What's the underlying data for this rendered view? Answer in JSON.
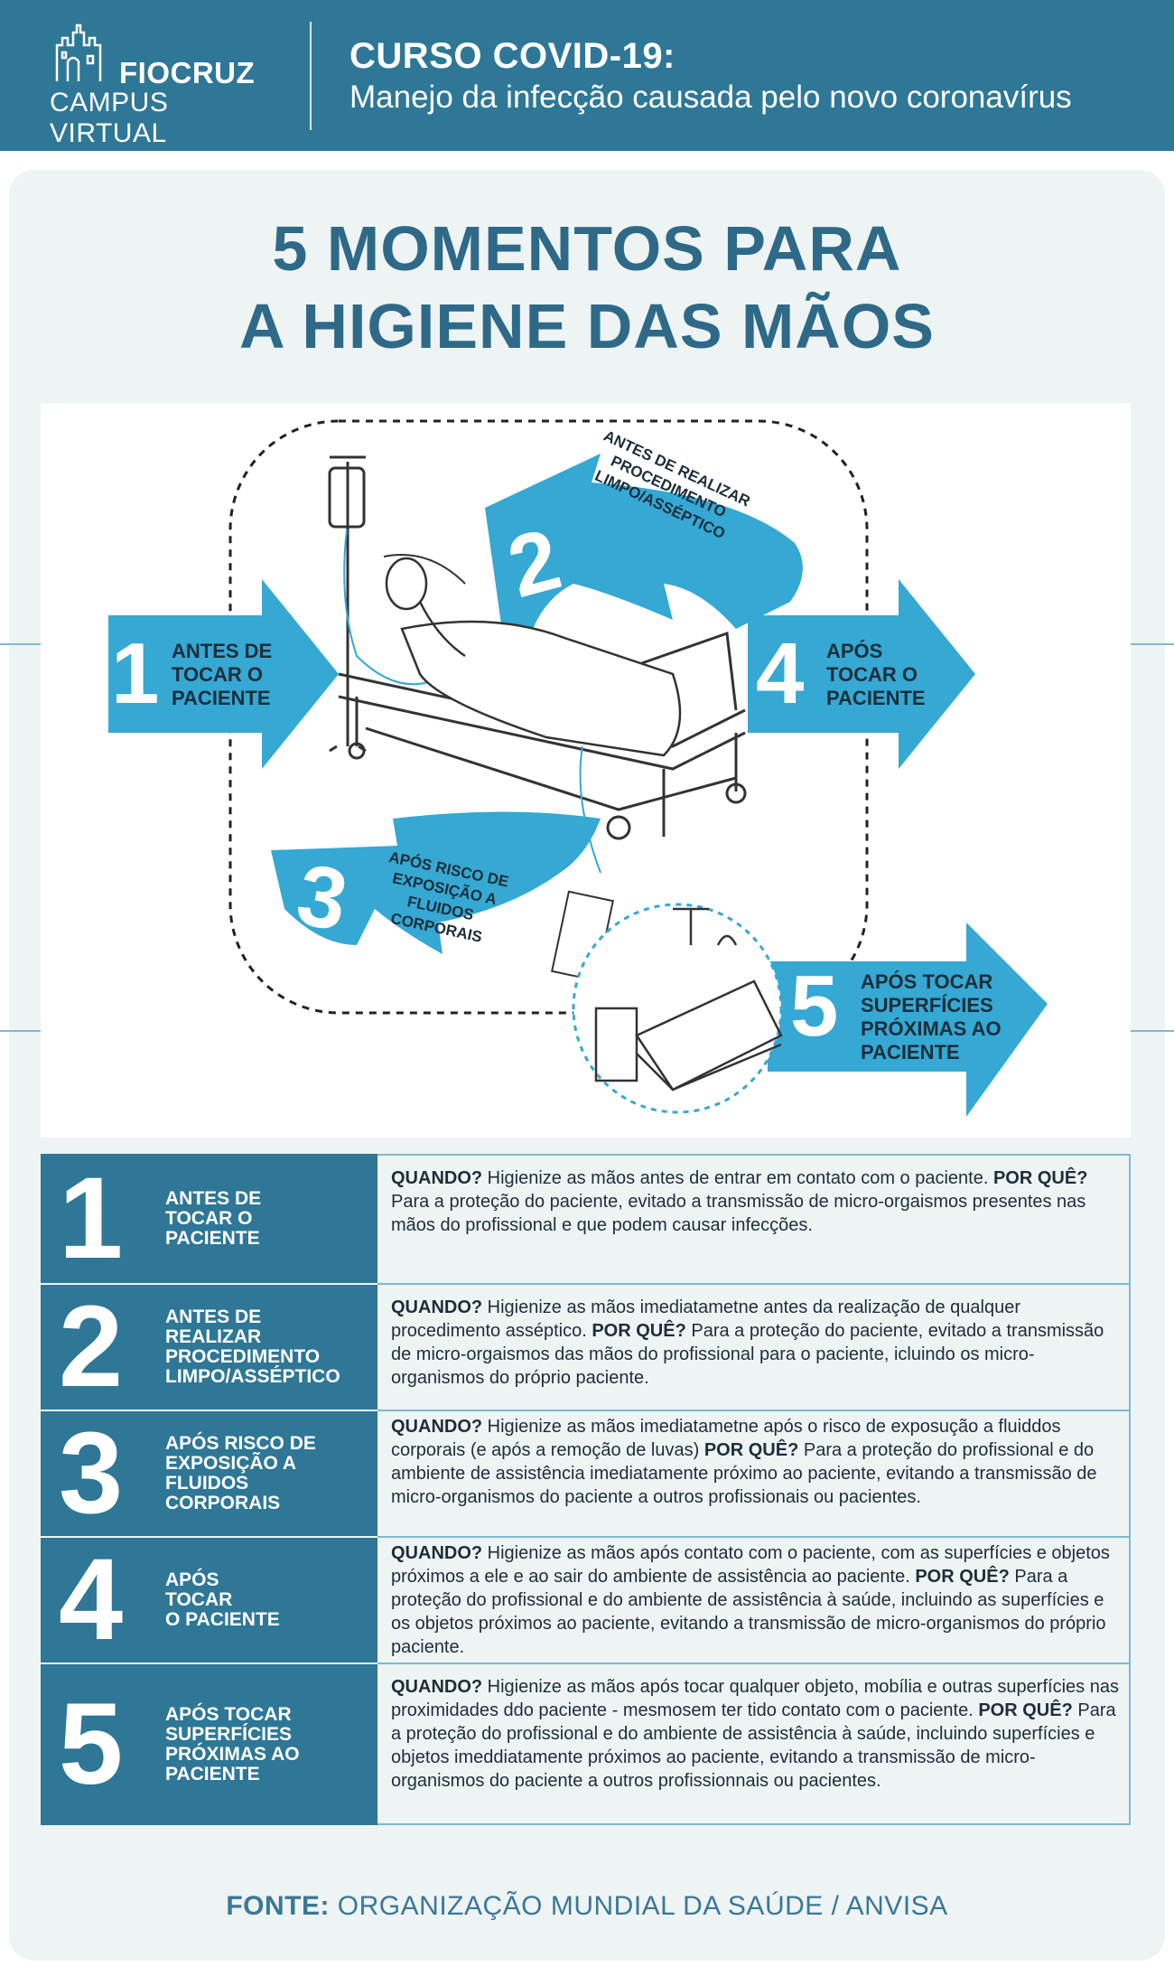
{
  "header": {
    "logo_title": "FIOCRUZ",
    "logo_sub": "CAMPUS VIRTUAL",
    "course_title": "CURSO COVID-19:",
    "course_subtitle": "Manejo da infecção causada pelo novo coronavírus"
  },
  "main_title_line1": "5 MOMENTOS PARA",
  "main_title_line2": "A HIGIENE DAS MÃOS",
  "illustration": {
    "m1": {
      "num": "1",
      "text_l1": "ANTES DE",
      "text_l2": "TOCAR O",
      "text_l3": "PACIENTE"
    },
    "m2": {
      "num": "2",
      "text": "ANTES DE REALIZAR PROCEDIMENTO LIMPO/ASSÉPTICO"
    },
    "m3": {
      "num": "3",
      "text": "APÓS RISCO DE EXPOSIÇÃO A FLUIDOS CORPORAIS"
    },
    "m4": {
      "num": "4",
      "text_l1": "APÓS",
      "text_l2": "TOCAR O",
      "text_l3": "PACIENTE"
    },
    "m5": {
      "num": "5",
      "text_l1": "APÓS TOCAR",
      "text_l2": "SUPERFÍCIES",
      "text_l3": "PRÓXIMAS AO",
      "text_l4": "PACIENTE"
    }
  },
  "rows": [
    {
      "num": "1",
      "label_l1": "ANTES DE",
      "label_l2": "TOCAR O",
      "label_l3": "PACIENTE",
      "label_l4": "",
      "q": "QUANDO?",
      "q_text": " Higienize as mãos antes de entrar em contato com o paciente. ",
      "p": "POR QUÊ?",
      "p_text": " Para a proteção do paciente, evitado a transmissão de micro-orgaismos presentes nas mãos do profissional e que podem causar infecções."
    },
    {
      "num": "2",
      "label_l1": "ANTES DE",
      "label_l2": "REALIZAR",
      "label_l3": "PROCEDIMENTO",
      "label_l4": "LIMPO/ASSÉPTICO",
      "q": "QUANDO?",
      "q_text": " Higienize as mãos imediatametne antes da realização de qualquer procedimento asséptico. ",
      "p": "POR QUÊ?",
      "p_text": " Para a proteção do paciente, evitado a transmissão de micro-orgaismos das mãos do profissional para o paciente, icluindo os micro-organismos do próprio paciente."
    },
    {
      "num": "3",
      "label_l1": "APÓS RISCO DE",
      "label_l2": "EXPOSIÇÃO A",
      "label_l3": "FLUIDOS",
      "label_l4": "CORPORAIS",
      "q": "QUANDO?",
      "q_text": " Higienize as mãos imediatametne após o risco de exposução a fluiddos corporais (e após a remoção de luvas) ",
      "p": "POR QUÊ?",
      "p_text": " Para a proteção do profissional e do ambiente de assistência imediatamente próximo ao paciente, evitando a transmissão de micro-organismos do paciente a outros profissionais ou pacientes."
    },
    {
      "num": "4",
      "label_l1": "APÓS",
      "label_l2": "TOCAR",
      "label_l3": "O PACIENTE",
      "label_l4": "",
      "q": "QUANDO?",
      "q_text": " Higienize as mãos após contato com o paciente, com as superfícies e objetos próximos a ele e ao sair do ambiente de assistência ao paciente. ",
      "p": "POR QUÊ?",
      "p_text": " Para a proteção do profissional e do ambiente de assistência à saúde, incluindo as superfícies e os objetos próximos ao paciente, evitando a  transmissão de micro-organismos do próprio paciente."
    },
    {
      "num": "5",
      "label_l1": "APÓS TOCAR",
      "label_l2": "SUPERFÍCIES",
      "label_l3": "PRÓXIMAS AO",
      "label_l4": "PACIENTE",
      "q": "QUANDO?",
      "q_text": " Higienize as mãos após tocar qualquer objeto, mobília e outras superfícies nas proximidades ddo paciente - mesmosem ter tido contato com o paciente. ",
      "p": "POR QUÊ?",
      "p_text": " Para a proteção do profissional e do ambiente de assistência à saúde, incluindo  superfícies e objetos imeddiatamente próximos ao paciente, evitando a  transmissão de micro-organismos do paciente a outros profissionnais ou pacientes."
    }
  ],
  "footer": {
    "label": "FONTE:",
    "text": " ORGANIZAÇÃO MUNDIAL DA SAÚDE / ANVISA"
  },
  "colors": {
    "header_blue": "#2e7796",
    "arrow_blue": "#35a8d3",
    "title_blue": "#2e6a88",
    "panel_bg": "#eef3f4"
  }
}
